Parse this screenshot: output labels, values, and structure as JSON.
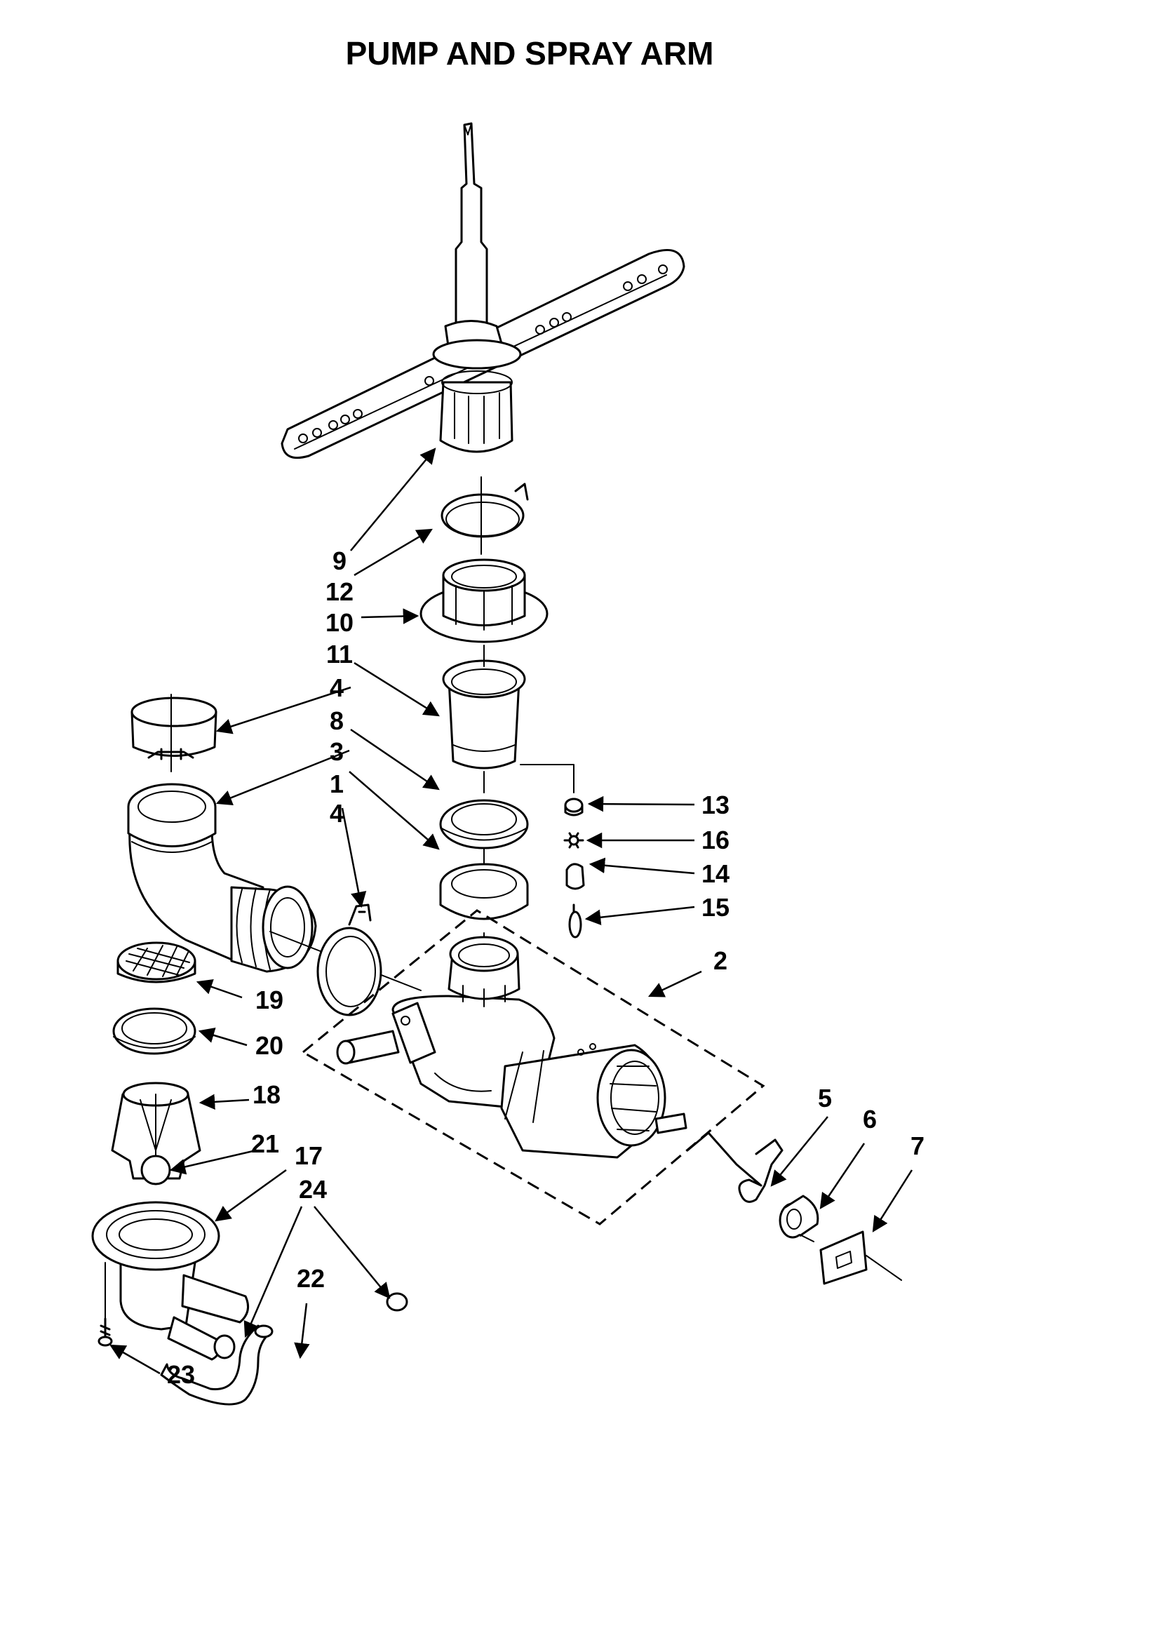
{
  "title": "PUMP AND SPRAY ARM",
  "callouts": [
    "1",
    "2",
    "3",
    "4",
    "4",
    "5",
    "6",
    "7",
    "8",
    "9",
    "10",
    "11",
    "12",
    "13",
    "14",
    "15",
    "16",
    "17",
    "18",
    "19",
    "20",
    "21",
    "22",
    "23",
    "24"
  ]
}
